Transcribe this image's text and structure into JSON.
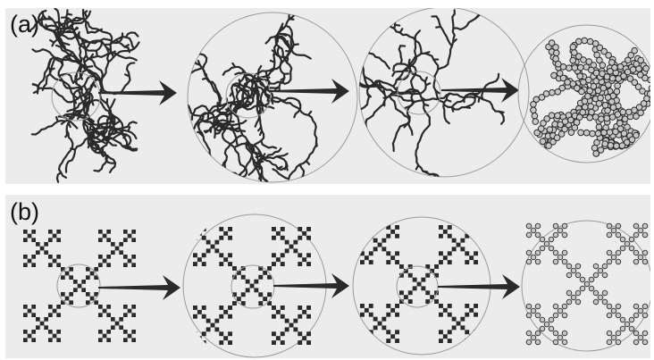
{
  "figure": {
    "panels": [
      {
        "id": "a",
        "label": "(a)",
        "structure": "random-cluster",
        "stages": 4
      },
      {
        "id": "b",
        "label": "(b)",
        "structure": "cross-fractal",
        "stages": 4
      }
    ],
    "colors": {
      "background": "#ececec",
      "ink": "#2a2a2a",
      "circle": "#9a9a9a",
      "particle_fill": "#c8c8c8"
    },
    "icons": [
      "arrow-icon",
      "magnifier-circle-icon"
    ]
  }
}
